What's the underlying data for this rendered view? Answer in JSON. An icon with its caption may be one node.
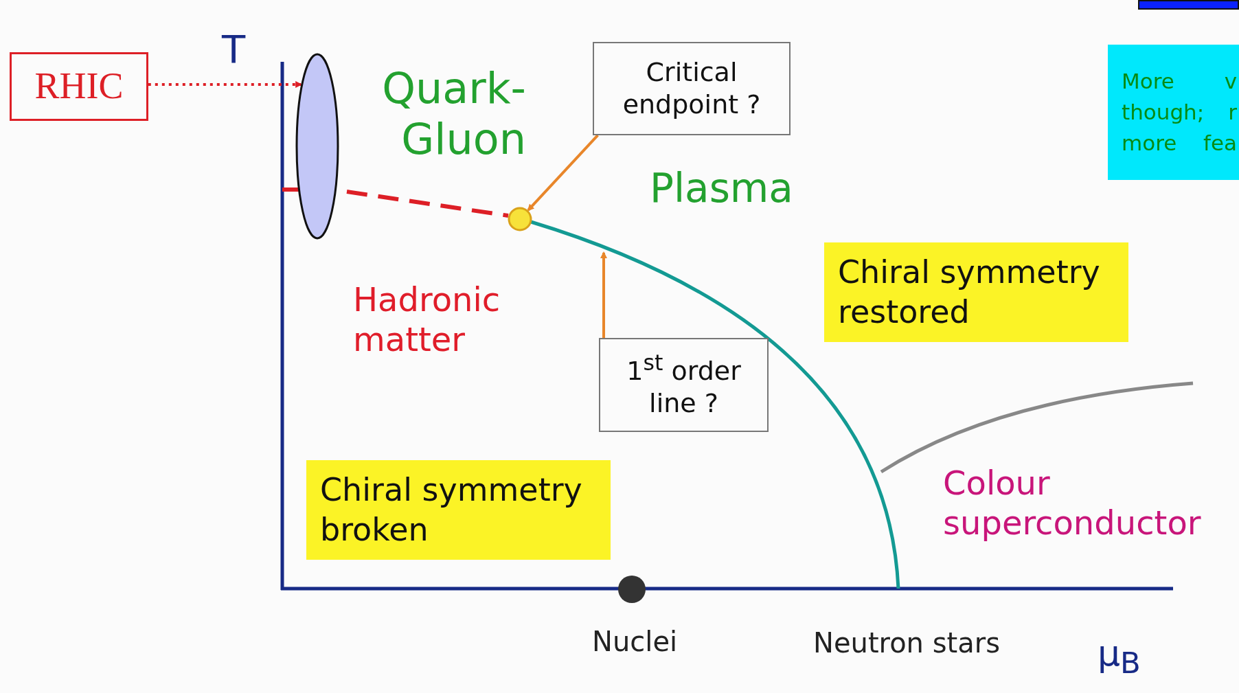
{
  "diagram": {
    "nodes": [
      {
        "text": [
          "RHIC"
        ]
      },
      {
        "text": [],
        "shape": "ellipse"
      },
      {
        "text": [
          "Critical endpoint ?"
        ]
      },
      {
        "text": [],
        "shape": "circle"
      },
      {
        "text": [
          "1$^{st}$ order line ?"
        ]
      },
      {
        "text": [
          "Chiral symmetry restored"
        ]
      },
      {
        "text": [
          "Chiral symmetry broken"
        ]
      },
      {
        "text": [
          "More v though; r more fea"
        ]
      },
      {
        "text": [],
        "shape": "bar"
      }
    ],
    "edges": [
      {
        "from": 0,
        "to": 1,
        "arrow": "to",
        "style": "dashed",
        "color": "#dd1f26"
      },
      {
        "from": 2,
        "to": 3,
        "arrow": "to"
      },
      {
        "from": 4,
        "to": null,
        "arrow": "to"
      }
    ],
    "labels": [
      "T",
      "Quark- Gluon",
      "Plasma",
      "Hadronic matter",
      "Colour superconductor",
      "Nuclei",
      "Neutron stars",
      "μ$_{B}$"
    ]
  }
}
